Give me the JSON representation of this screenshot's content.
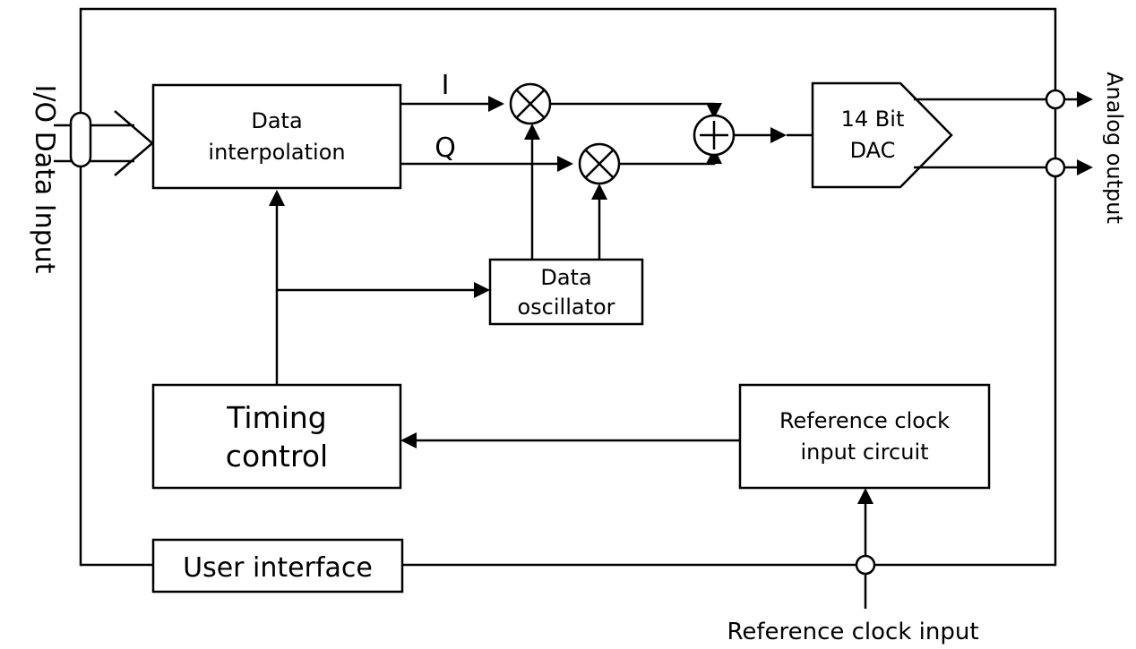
{
  "blocks": {
    "data_interpolation": [
      "Data",
      "interpolation"
    ],
    "data_oscillator": [
      "Data",
      "oscillator"
    ],
    "dac": [
      "14 Bit",
      "DAC"
    ],
    "timing_control": [
      "Timing",
      "control"
    ],
    "reference_clock_circuit": [
      "Reference clock",
      "input circuit"
    ],
    "user_interface": "User interface"
  },
  "signals": {
    "i_channel": "I",
    "q_channel": "Q"
  },
  "external_labels": {
    "io_data_input": "I/O Data Input",
    "analog_output": "Analog output",
    "reference_clock_input": "Reference clock input"
  }
}
